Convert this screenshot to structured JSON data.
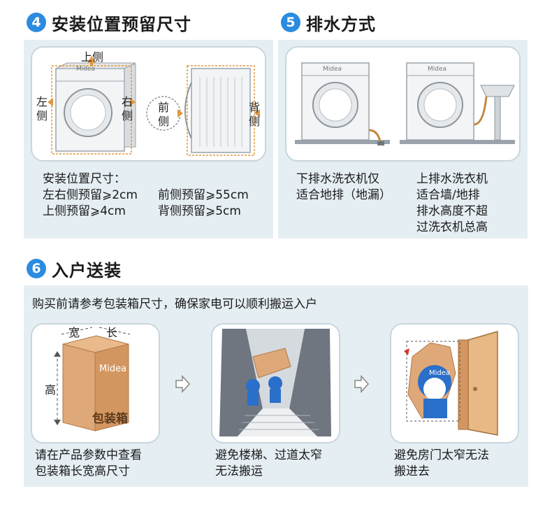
{
  "section4": {
    "number": "4",
    "title": "安装位置预留尺寸",
    "labels": {
      "top": "上侧",
      "left1": "左",
      "left2": "侧",
      "right1": "右",
      "right2": "侧",
      "front1": "前",
      "front2": "侧",
      "back1": "背",
      "back2": "侧"
    },
    "text_title": "安装位置尺寸：",
    "text_lr": "左右侧预留⩾2cm",
    "text_top": "上侧预留⩾4cm",
    "text_front": "前侧预留⩾55cm",
    "text_back": "背侧预留⩾5cm",
    "brand": "Midea"
  },
  "section5": {
    "number": "5",
    "title": "排水方式",
    "left_line1": "下排水洗衣机仅",
    "left_line2": "适合地排（地漏）",
    "right_line1": "上排水洗衣机",
    "right_line2": "适合墙/地排",
    "right_line3": "排水高度不超",
    "right_line4": "过洗衣机总高",
    "brand": "Midea"
  },
  "section6": {
    "number": "6",
    "title": "入户送装",
    "intro": "购买前请参考包装箱尺寸，确保家电可以顺利搬运入户",
    "box_labels": {
      "width": "宽",
      "length": "长",
      "height": "高",
      "box": "包装箱",
      "brand": "Midea"
    },
    "card1_line1": "请在产品参数中查看",
    "card1_line2": "包装箱长宽高尺寸",
    "card2_line1": "避免楼梯、过道太窄",
    "card2_line2": "无法搬运",
    "card3_line1": "避免房门太窄无法",
    "card3_line2": "搬进去",
    "helmet_brand": "Midea"
  },
  "colors": {
    "accent": "#2a8be0",
    "panel": "#e5eef3",
    "box": "#dfa878"
  },
  "icons": {
    "next": "arrow-right-icon"
  }
}
